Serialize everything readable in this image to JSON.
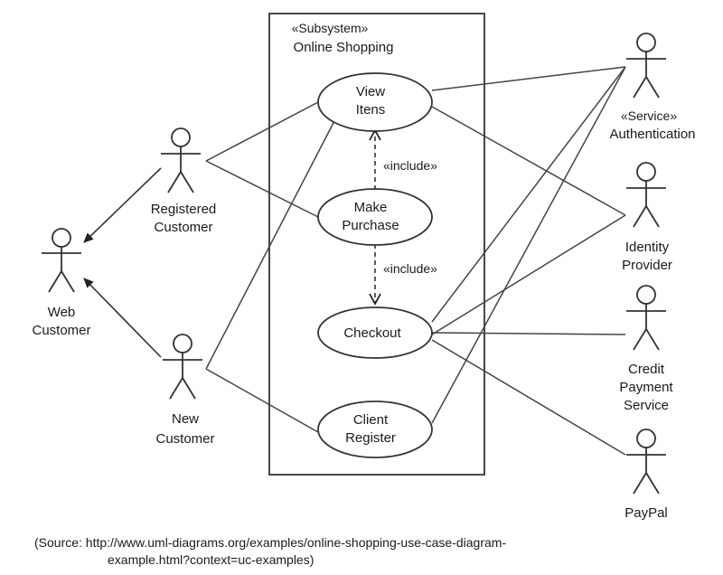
{
  "subsystem": {
    "stereotype": "«Subsystem»",
    "name": "Online Shopping"
  },
  "use_cases": {
    "view_items": [
      "View",
      "Itens"
    ],
    "make_purchase": [
      "Make",
      "Purchase"
    ],
    "checkout": [
      "Checkout"
    ],
    "client_register": [
      "Client",
      "Register"
    ]
  },
  "actors": {
    "web_customer": [
      "Web",
      "Customer"
    ],
    "registered_customer": [
      "Registered",
      "Customer"
    ],
    "new_customer": [
      "New",
      "Customer"
    ],
    "authentication": [
      "«Service»",
      "Authentication"
    ],
    "identity_provider": [
      "Identity",
      "Provider"
    ],
    "credit_payment_service": [
      "Credit",
      "Payment",
      "Service"
    ],
    "paypal": [
      "PayPal"
    ]
  },
  "relations": {
    "include_top": "«include»",
    "include_bottom": "«include»"
  },
  "source": {
    "line1": "(Source:  http://www.uml-diagrams.org/examples/online-shopping-use-case-diagram-",
    "line2": "example.html?context=uc-examples)"
  }
}
